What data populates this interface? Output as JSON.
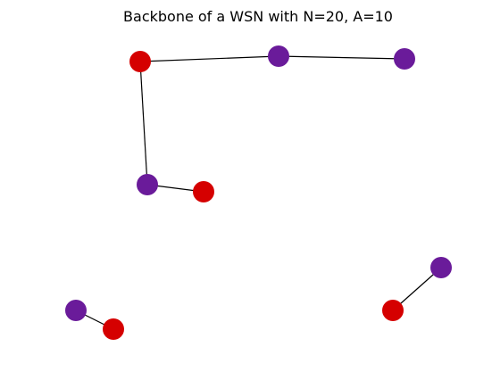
{
  "figure": {
    "title": "Backbone of a WSN with N=20, A=10"
  },
  "colors": {
    "purple": "#6a1b9a",
    "red": "#d50000",
    "edge": "#000000",
    "background": "#ffffff"
  },
  "graph": {
    "nodes": [
      {
        "id": "n1",
        "color": "red"
      },
      {
        "id": "n2",
        "color": "purple"
      },
      {
        "id": "n3",
        "color": "purple"
      },
      {
        "id": "n4",
        "color": "purple"
      },
      {
        "id": "n5",
        "color": "red"
      },
      {
        "id": "n6",
        "color": "purple"
      },
      {
        "id": "n7",
        "color": "red"
      },
      {
        "id": "n8",
        "color": "purple"
      },
      {
        "id": "n9",
        "color": "red"
      }
    ],
    "edges": [
      {
        "source": "n1",
        "target": "n2"
      },
      {
        "source": "n2",
        "target": "n3"
      },
      {
        "source": "n1",
        "target": "n4"
      },
      {
        "source": "n4",
        "target": "n5"
      },
      {
        "source": "n6",
        "target": "n7"
      },
      {
        "source": "n8",
        "target": "n9"
      }
    ]
  }
}
